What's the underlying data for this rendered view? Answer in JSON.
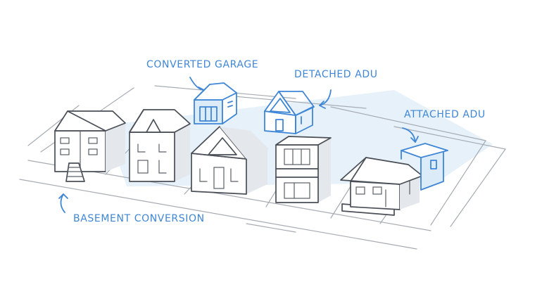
{
  "colors": {
    "accent": "#3f86d6",
    "accent_light": "#dcebf8",
    "ink": "#4a4f57",
    "shade": "#e4e8ed",
    "ground": "#a6acb3"
  },
  "labels": {
    "converted_garage": "CONVERTED GARAGE",
    "detached_adu": "DETACHED ADU",
    "attached_adu": "ATTACHED ADU",
    "basement_conversion": "BASEMENT CONVERSION"
  }
}
